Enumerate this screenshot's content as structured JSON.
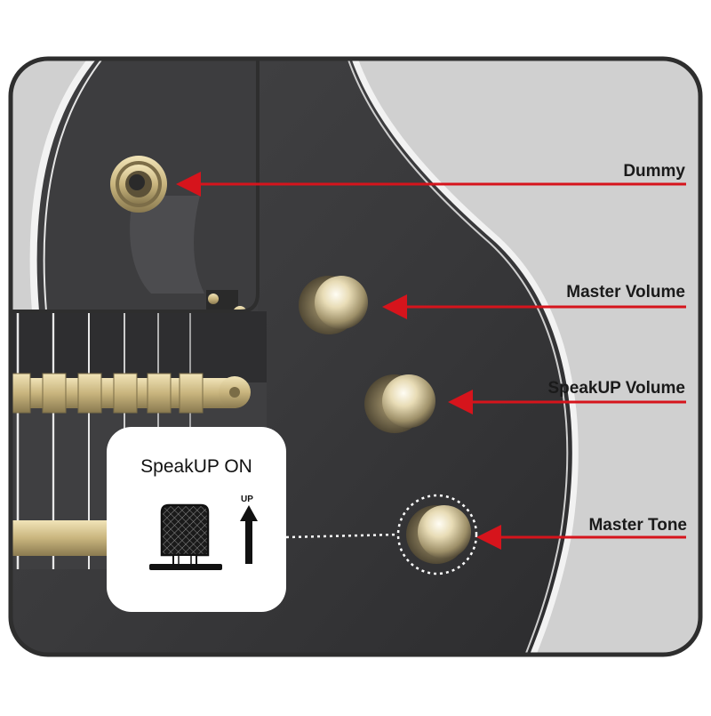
{
  "callouts": [
    {
      "id": "dummy",
      "label": "Dummy"
    },
    {
      "id": "master-volume",
      "label": "Master Volume"
    },
    {
      "id": "speakup-volume",
      "label": "SpeakUP Volume"
    },
    {
      "id": "master-tone",
      "label": "Master Tone"
    }
  ],
  "speakup_card": {
    "title": "SpeakUP ON",
    "up_label": "UP"
  },
  "colors": {
    "frame_border": "#2e2e2e",
    "background_grey": "#d0d0d0",
    "guitar_body": "#3b3b3d",
    "arrow_red": "#d6141c",
    "knob_gold": "#d9c89a",
    "card_white": "#ffffff"
  }
}
